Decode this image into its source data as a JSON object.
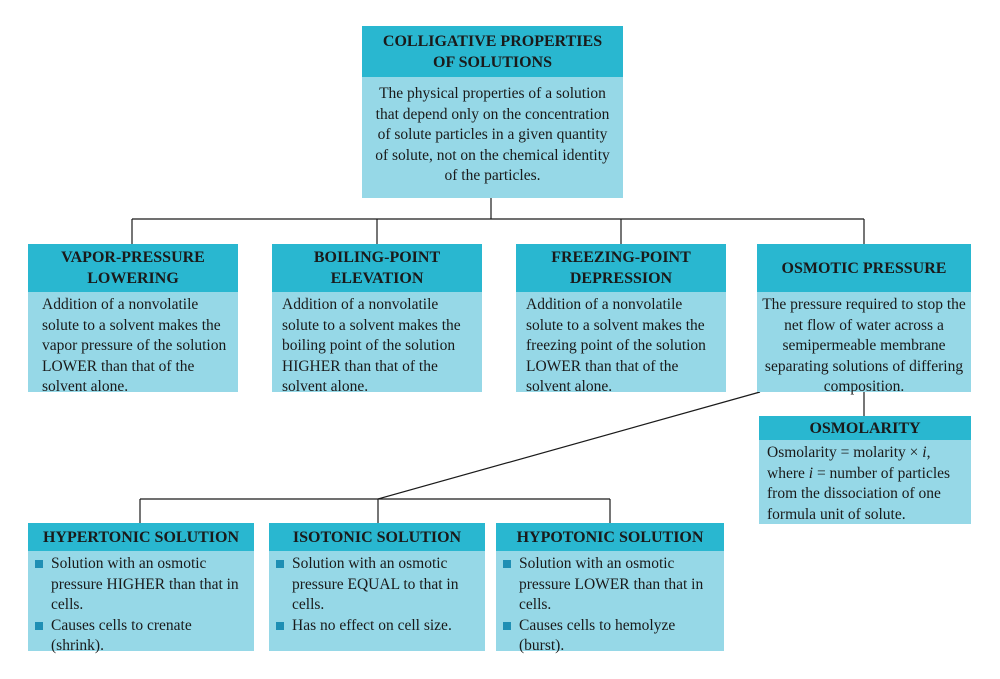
{
  "main": {
    "title": "COLLIGATIVE PROPERTIES\nOF SOLUTIONS",
    "description": "The physical properties of a solution that depend only on the concentration of solute particles in a given quantity of solute, not on the chemical identity of the particles."
  },
  "properties": [
    {
      "title": "VAPOR-PRESSURE\nLOWERING",
      "description": "Addition of a nonvolatile solute to a solvent makes the vapor pressure of the solution LOWER than that of the solvent alone."
    },
    {
      "title": "BOILING-POINT\nELEVATION",
      "description": "Addition of a nonvolatile solute to a solvent makes the boiling point of the solution HIGHER than that of the solvent alone."
    },
    {
      "title": "FREEZING-POINT\nDEPRESSION",
      "description": "Addition of a nonvolatile solute to a solvent makes the freezing point of the solution LOWER than that of the solvent alone."
    },
    {
      "title": "OSMOTIC PRESSURE",
      "description": "The pressure required to stop the net flow of water across a semipermeable membrane separating solutions of differing composition."
    }
  ],
  "osmolarity": {
    "title": "OSMOLARITY",
    "formula_lhs": "Osmolarity = molarity × ",
    "formula_var": "i",
    "formula_comma": ",",
    "where_prefix": "where ",
    "where_var": "i",
    "where_rest": " = number of particles from the dissociation of one formula unit of solute."
  },
  "solutions": [
    {
      "title": "HYPERTONIC SOLUTION",
      "points": [
        "Solution with an osmotic pressure HIGHER than that in cells.",
        "Causes cells to crenate (shrink)."
      ]
    },
    {
      "title": "ISOTONIC SOLUTION",
      "points": [
        "Solution with an osmotic pressure EQUAL to that in cells.",
        "Has no effect on cell size."
      ]
    },
    {
      "title": "HYPOTONIC SOLUTION",
      "points": [
        "Solution with an osmotic pressure LOWER than that in cells.",
        "Causes cells to hemolyze (burst)."
      ]
    }
  ]
}
